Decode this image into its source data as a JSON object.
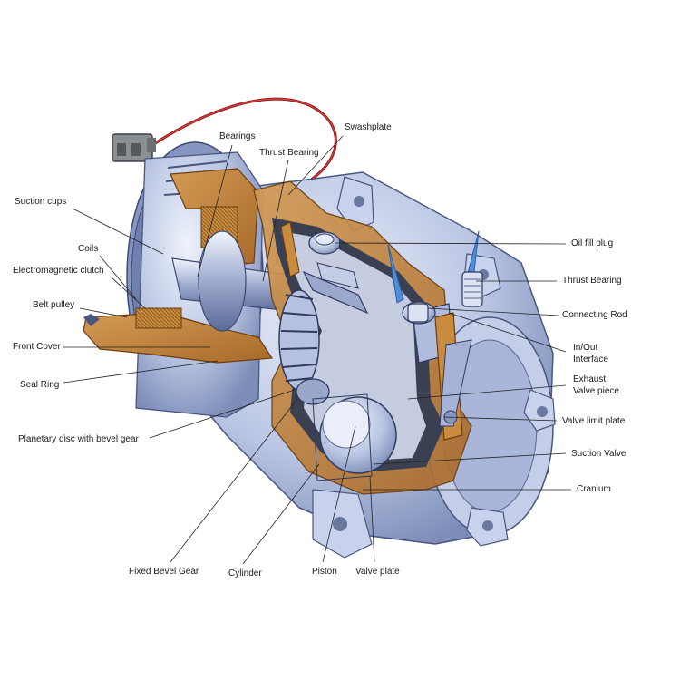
{
  "labels": {
    "bearings": "Bearings",
    "swashplate": "Swashplate",
    "thrust_bearing_top": "Thrust Bearing",
    "suction_cups": "Suction cups",
    "coils": "Coils",
    "electromagnetic_clutch": "Electromagnetic clutch",
    "belt_pulley": "Belt pulley",
    "front_cover": "Front Cover",
    "seal_ring": "Seal Ring",
    "planetary_disc": "Planetary disc with bevel gear",
    "oil_fill_plug": "Oil fill plug",
    "thrust_bearing_right": "Thrust Bearing",
    "connecting_rod": "Connecting Rod",
    "in_out_1": "In/Out",
    "in_out_2": "Interface",
    "exhaust_1": "Exhaust",
    "exhaust_2": "Valve piece",
    "valve_limit_plate": "Valve limit plate",
    "suction_valve": "Suction Valve",
    "cranium": "Cranium",
    "fixed_bevel_gear": "Fixed Bevel Gear",
    "cylinder": "Cylinder",
    "piston": "Piston",
    "valve_plate": "Valve plate"
  }
}
